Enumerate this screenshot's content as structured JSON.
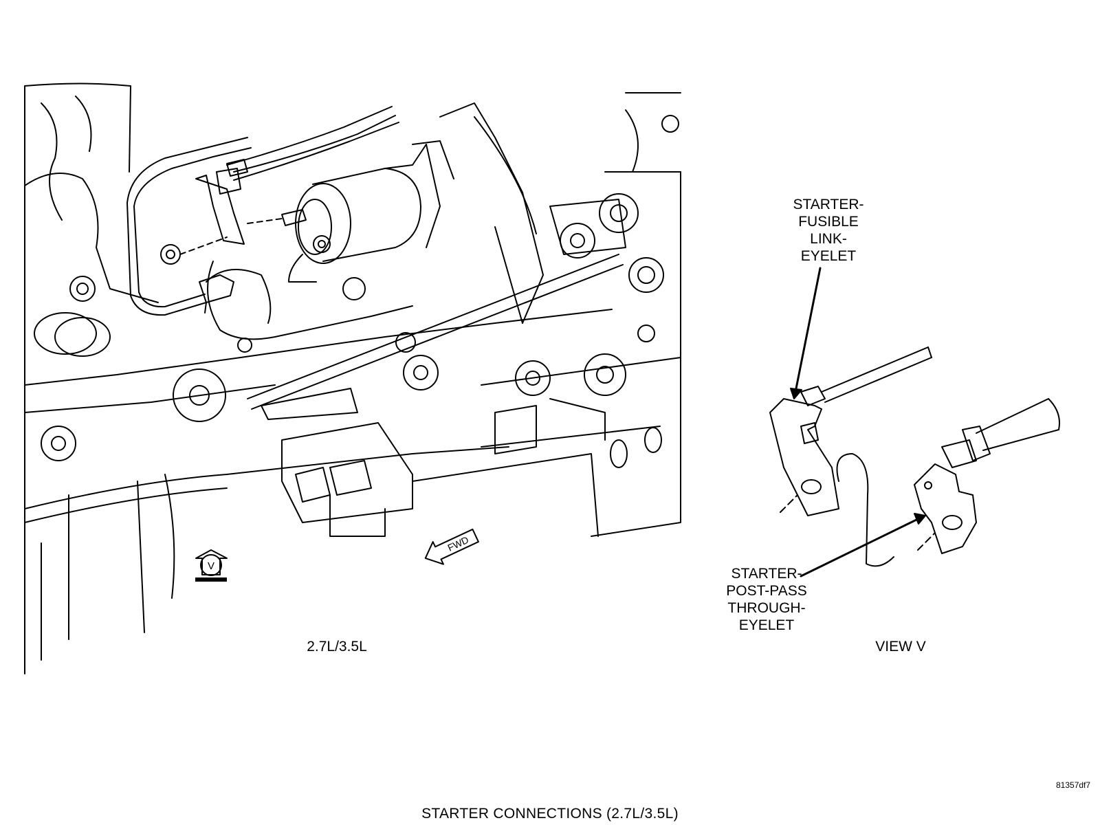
{
  "labels": {
    "fusible_link_eyelet": [
      "STARTER-",
      "FUSIBLE",
      "LINK-",
      "EYELET"
    ],
    "post_pass_through_eyelet": [
      "STARTER-",
      "POST-PASS",
      "THROUGH-",
      "EYELET"
    ],
    "engine_caption": "2.7L/3.5L",
    "view_caption": "VIEW V",
    "view_marker": "V",
    "fwd_arrow": "FWD"
  },
  "figure_id": "81357df7",
  "title": "STARTER CONNECTIONS (2.7L/3.5L)"
}
